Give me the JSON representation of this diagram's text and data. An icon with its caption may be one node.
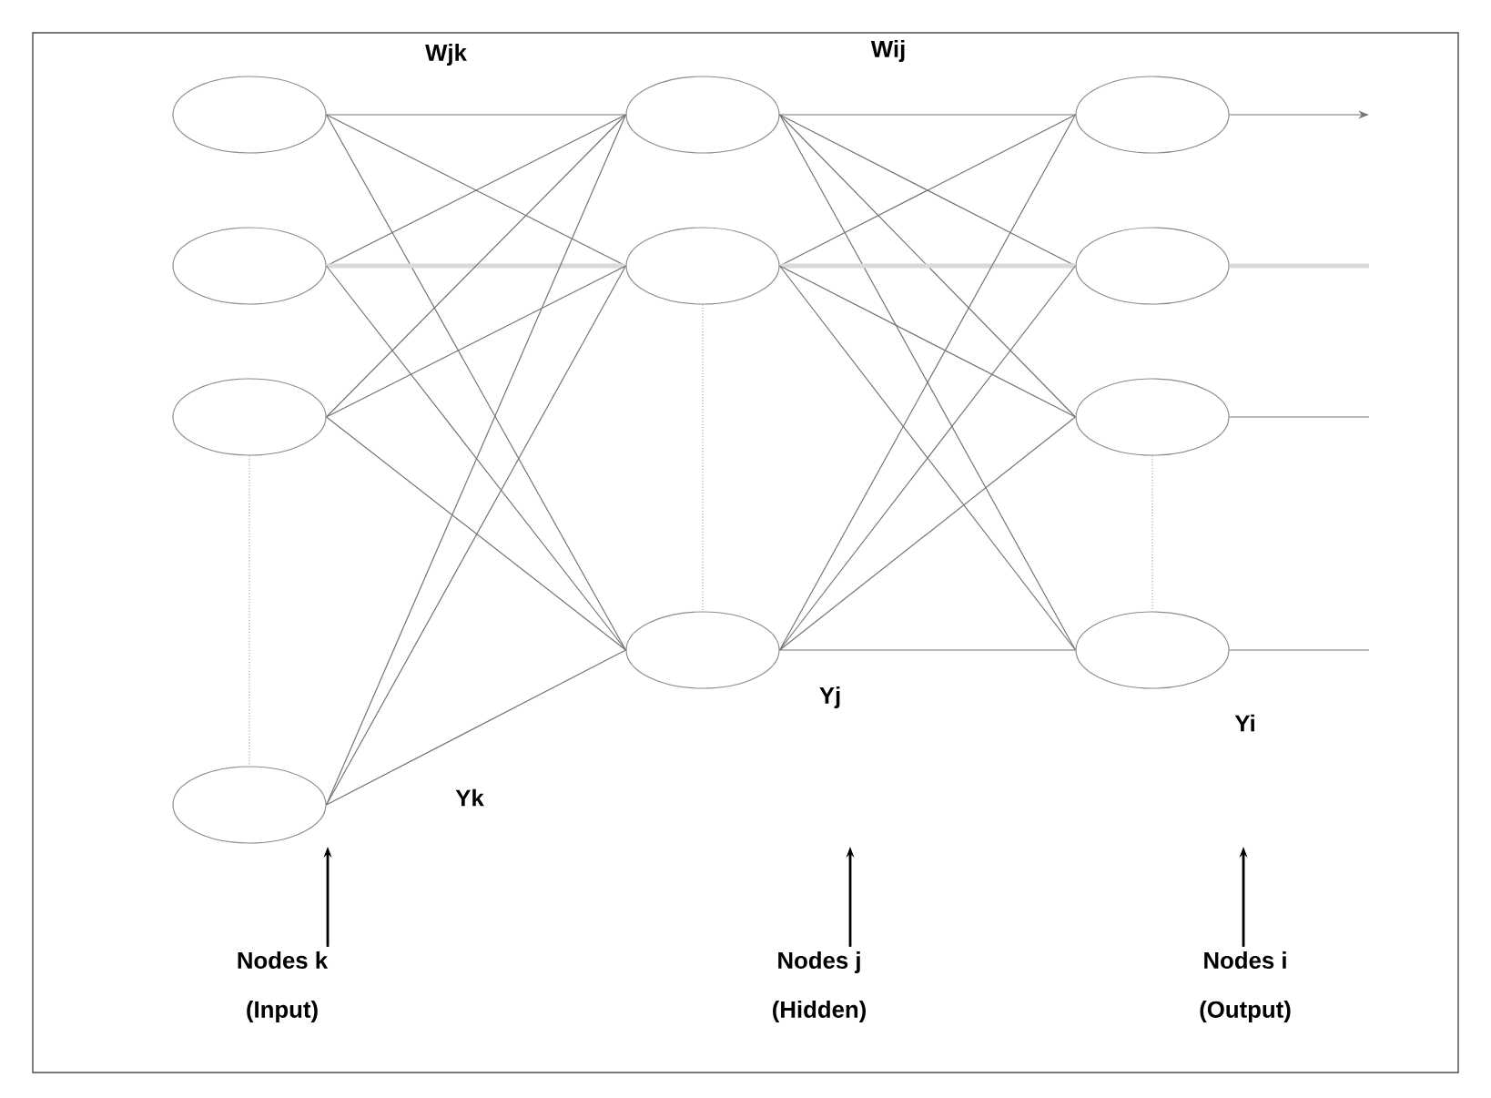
{
  "diagram": {
    "nodes": [
      {
        "text": [],
        "shape": "circle"
      },
      {
        "text": [],
        "shape": "circle"
      },
      {
        "text": [],
        "shape": "circle"
      },
      {
        "text": [],
        "shape": "circle"
      },
      {
        "text": [],
        "shape": "circle"
      },
      {
        "text": [],
        "shape": "circle"
      },
      {
        "text": [],
        "shape": "circle"
      },
      {
        "text": [],
        "shape": "circle"
      },
      {
        "text": [],
        "shape": "circle"
      },
      {
        "text": [],
        "shape": "circle"
      },
      {
        "text": [],
        "shape": "circle"
      },
      {
        "text": [
          "Nodes k",
          "(Input)"
        ]
      },
      {
        "text": [
          "Nodes j",
          "(Hidden)"
        ]
      },
      {
        "text": [
          "Nodes i",
          "(Output)"
        ]
      }
    ],
    "edges": [
      {
        "from": 0,
        "to": 4,
        "arrow": "none"
      },
      {
        "from": 0,
        "to": 5,
        "arrow": "none"
      },
      {
        "from": 0,
        "to": 6,
        "arrow": "none"
      },
      {
        "from": 1,
        "to": 4,
        "arrow": "none"
      },
      {
        "from": 1,
        "to": 5,
        "arrow": "none",
        "style": "thick",
        "color": "#d9d9d9"
      },
      {
        "from": 1,
        "to": 6,
        "arrow": "none"
      },
      {
        "from": 2,
        "to": 4,
        "arrow": "none"
      },
      {
        "from": 2,
        "to": 5,
        "arrow": "none"
      },
      {
        "from": 2,
        "to": 6,
        "arrow": "none"
      },
      {
        "from": 3,
        "to": 4,
        "arrow": "none"
      },
      {
        "from": 3,
        "to": 5,
        "arrow": "none"
      },
      {
        "from": 3,
        "to": 6,
        "arrow": "none"
      },
      {
        "from": 4,
        "to": 7,
        "arrow": "none"
      },
      {
        "from": 4,
        "to": 8,
        "arrow": "none"
      },
      {
        "from": 4,
        "to": 9,
        "arrow": "none"
      },
      {
        "from": 4,
        "to": 10,
        "arrow": "none"
      },
      {
        "from": 5,
        "to": 7,
        "arrow": "none"
      },
      {
        "from": 5,
        "to": 8,
        "arrow": "none",
        "style": "thick",
        "color": "#d9d9d9"
      },
      {
        "from": 5,
        "to": 9,
        "arrow": "none"
      },
      {
        "from": 5,
        "to": 10,
        "arrow": "none"
      },
      {
        "from": 6,
        "to": 7,
        "arrow": "none"
      },
      {
        "from": 6,
        "to": 8,
        "arrow": "none"
      },
      {
        "from": 6,
        "to": 9,
        "arrow": "none"
      },
      {
        "from": 6,
        "to": 10,
        "arrow": "none"
      },
      {
        "from": 2,
        "to": 3,
        "arrow": "none",
        "style": "dashed"
      },
      {
        "from": 5,
        "to": 6,
        "arrow": "none",
        "style": "dashed"
      },
      {
        "from": 9,
        "to": 10,
        "arrow": "none",
        "style": "dashed"
      },
      {
        "from": 7,
        "to": null,
        "arrow": "to"
      },
      {
        "from": 8,
        "to": null,
        "arrow": "none",
        "style": "thick",
        "color": "#d9d9d9"
      },
      {
        "from": 9,
        "to": null,
        "arrow": "none"
      },
      {
        "from": 10,
        "to": null,
        "arrow": "none"
      },
      {
        "from": 11,
        "to": null,
        "arrow": "to",
        "color": "#000000"
      },
      {
        "from": 12,
        "to": null,
        "arrow": "to",
        "color": "#000000"
      },
      {
        "from": 13,
        "to": null,
        "arrow": "to",
        "color": "#000000"
      }
    ],
    "labels": [
      "Wjk",
      "Wij",
      "Yk",
      "Yj",
      "Yi"
    ]
  }
}
